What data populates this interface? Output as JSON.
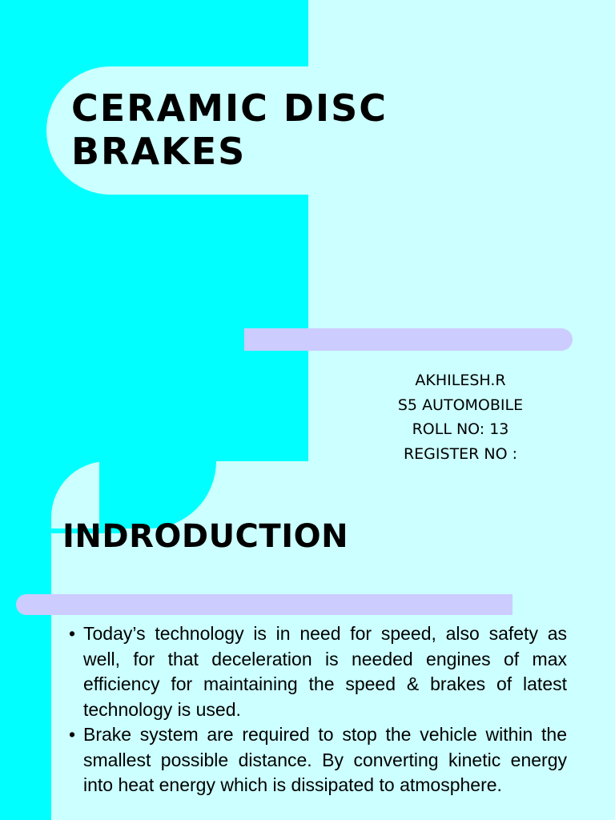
{
  "slide1": {
    "title": "CERAMIC DISC BRAKES",
    "info": [
      "AKHILESH.R",
      "S5 AUTOMOBILE",
      "ROLL NO: 13",
      "REGISTER NO :"
    ]
  },
  "slide2": {
    "heading": "INDRODUCTION",
    "bullet_glyph": "•",
    "bullets": [
      "Today’s technology is in need for speed, also safety as well, for that deceleration is needed engines of max efficiency for maintaining the speed & brakes of latest technology is used.",
      "Brake system are required to stop the vehicle within the smallest possible distance. By converting kinetic energy into heat energy which is dissipated to atmosphere."
    ]
  },
  "colors": {
    "cyan": "#00ffff",
    "light_cyan": "#ccffff",
    "lavender": "#ccccff",
    "text": "#000000"
  }
}
